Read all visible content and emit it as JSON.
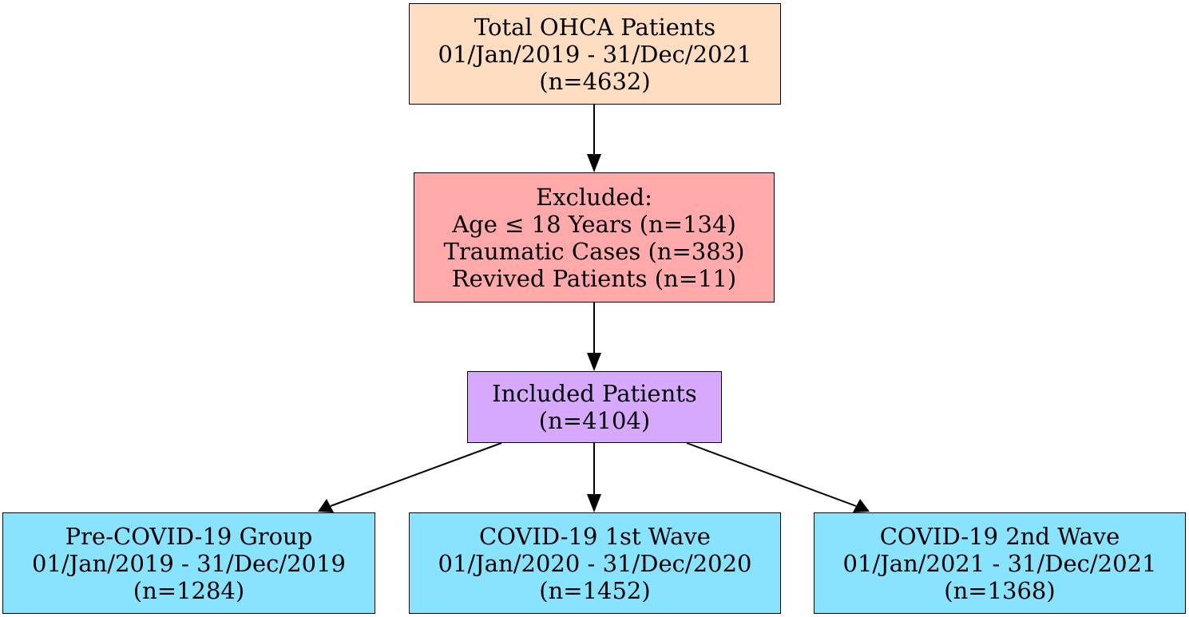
{
  "colors": {
    "total_fill": "#ffddc0",
    "excluded_fill": "#ffa9aa",
    "included_fill": "#d6a9ff",
    "group_fill": "#88e3ff",
    "stroke": "#000000"
  },
  "nodes": {
    "total": {
      "lines": [
        "Total OHCA Patients",
        "01/Jan/2019 - 31/Dec/2021",
        "(n=4632)"
      ]
    },
    "excluded": {
      "lines": [
        "Excluded:",
        "Age ≤ 18 Years (n=134)",
        "Traumatic Cases (n=383)",
        "Revived Patients (n=11)"
      ]
    },
    "included": {
      "lines": [
        "Included Patients",
        "(n=4104)"
      ]
    },
    "pre_covid": {
      "lines": [
        "Pre-COVID-19 Group",
        "01/Jan/2019 - 31/Dec/2019",
        "(n=1284)"
      ]
    },
    "wave1": {
      "lines": [
        "COVID-19 1st Wave",
        "01/Jan/2020 - 31/Dec/2020",
        "(n=1452)"
      ]
    },
    "wave2": {
      "lines": [
        "COVID-19 2nd Wave",
        "01/Jan/2021 - 31/Dec/2021",
        "(n=1368)"
      ]
    }
  },
  "edges": [
    {
      "from": "total",
      "to": "excluded"
    },
    {
      "from": "excluded",
      "to": "included"
    },
    {
      "from": "included",
      "to": "pre_covid"
    },
    {
      "from": "included",
      "to": "wave1"
    },
    {
      "from": "included",
      "to": "wave2"
    }
  ]
}
